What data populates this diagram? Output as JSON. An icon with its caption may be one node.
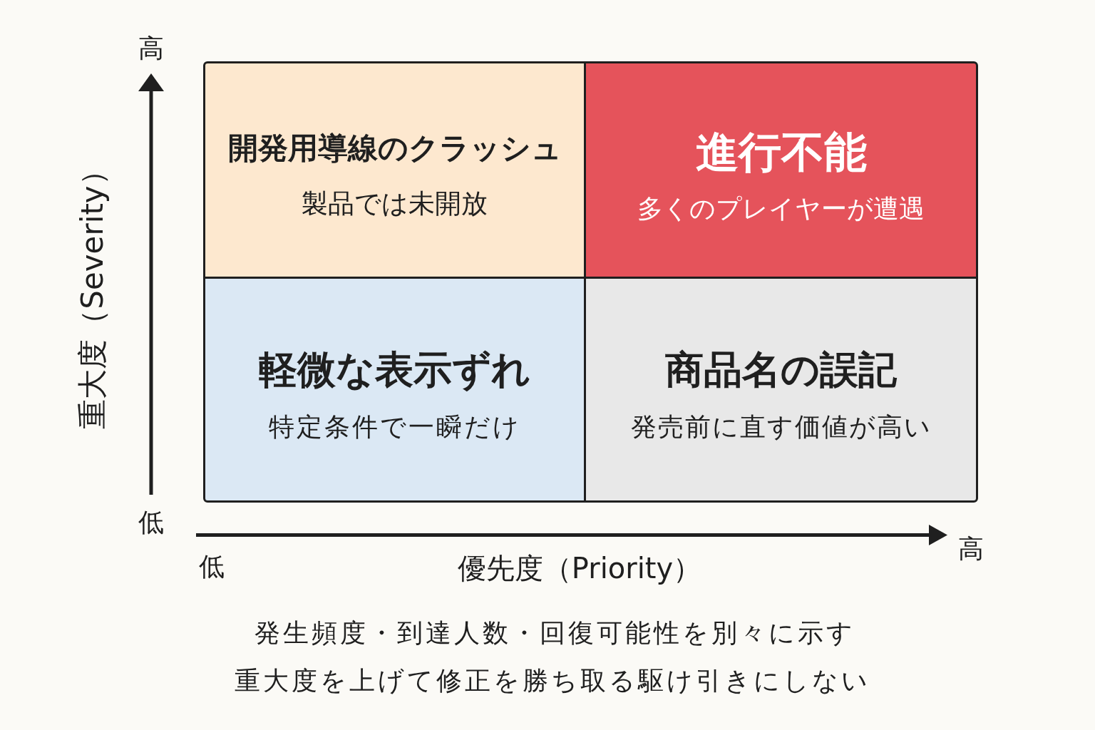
{
  "diagram": {
    "nodes": [
      {
        "text": [
          "開発用導線のクラッシュ",
          "製品では未開放"
        ]
      },
      {
        "text": [
          "進行不能",
          "多くのプレイヤーが遭遇"
        ]
      },
      {
        "text": [
          "軽微な表示ずれ",
          "特定条件で一瞬だけ"
        ]
      },
      {
        "text": [
          "商品名の誤記",
          "発売前に直す価値が高い"
        ]
      }
    ],
    "labels": [
      "高",
      "重大度（Severity）",
      "低",
      "低",
      "優先度（Priority）",
      "高",
      "発生頻度・到達人数・回復可能性を別々に示す",
      "重大度を上げて修正を勝ち取る駆け引きにしない"
    ]
  }
}
